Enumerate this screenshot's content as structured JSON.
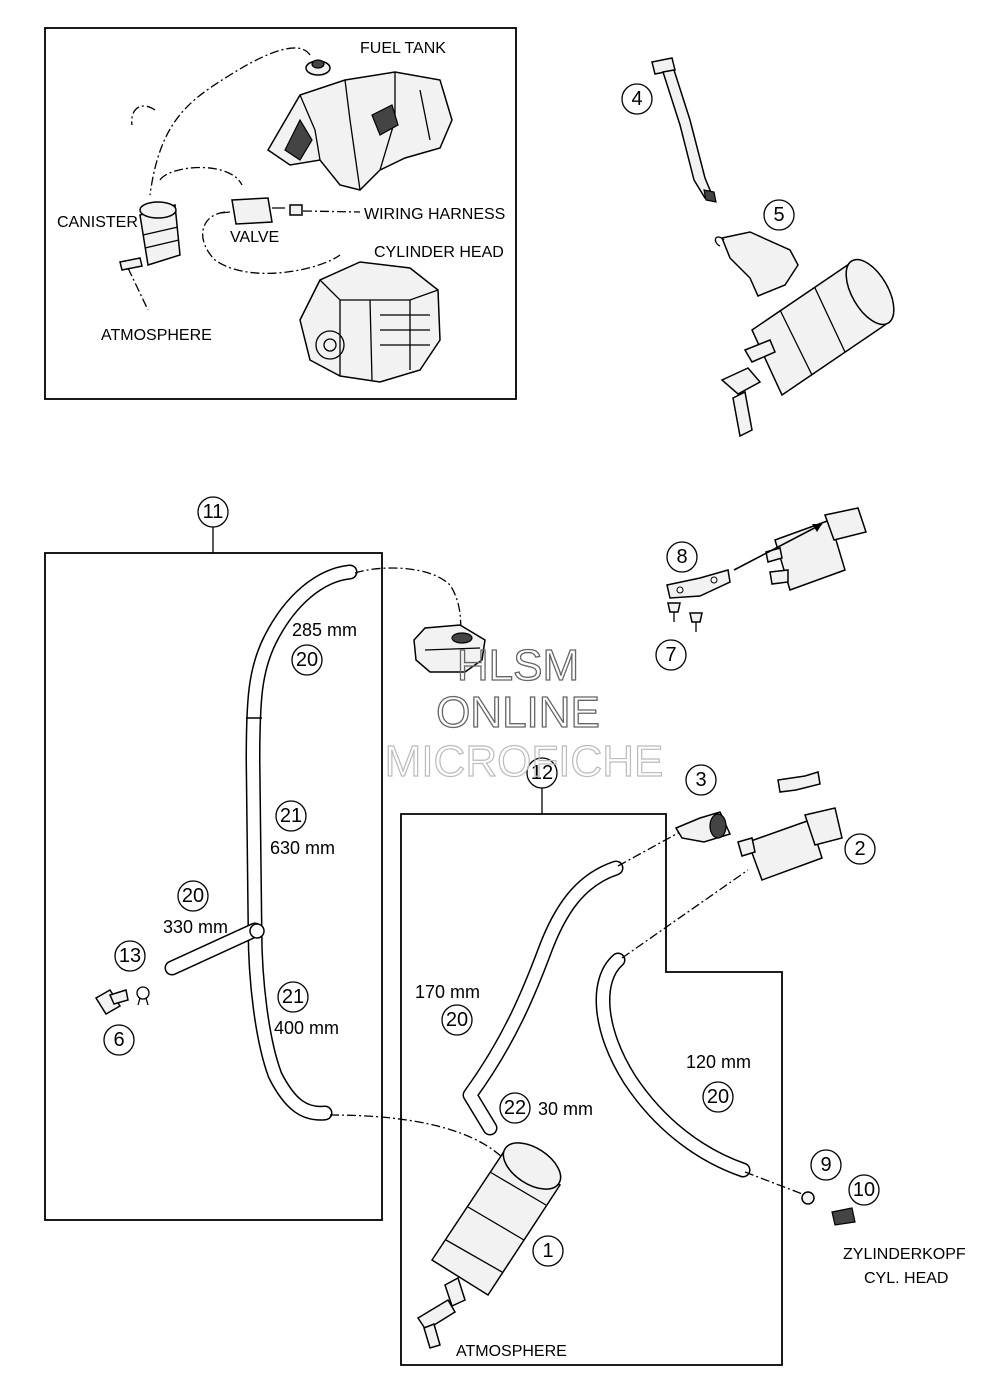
{
  "overview": {
    "fuel_tank": "FUEL TANK",
    "canister": "CANISTER",
    "valve": "VALVE",
    "wiring_harness": "WIRING HARNESS",
    "cylinder_head": "CYLINDER HEAD",
    "atmosphere": "ATMOSPHERE"
  },
  "callouts": {
    "p1": "1",
    "p2": "2",
    "p3": "3",
    "p4": "4",
    "p5": "5",
    "p6": "6",
    "p7": "7",
    "p8": "8",
    "p9": "9",
    "p10": "10",
    "p11": "11",
    "p12": "12",
    "p13": "13",
    "p20a": "20",
    "p20b": "20",
    "p20c": "20",
    "p20d": "20",
    "p21a": "21",
    "p21b": "21",
    "p22": "22"
  },
  "hoses": {
    "len_285": "285 mm",
    "len_630": "630 mm",
    "len_330": "330 mm",
    "len_400": "400 mm",
    "len_170": "170 mm",
    "len_30": "30 mm",
    "len_120": "120 mm"
  },
  "labels": {
    "zylinderkopf": "ZYLINDERKOPF",
    "cyl_head": "CYL. HEAD",
    "atmosphere": "ATMOSPHERE"
  },
  "watermark": {
    "line1": "HLSM",
    "line2": "ONLINE",
    "line3": "MICROFICHE"
  }
}
